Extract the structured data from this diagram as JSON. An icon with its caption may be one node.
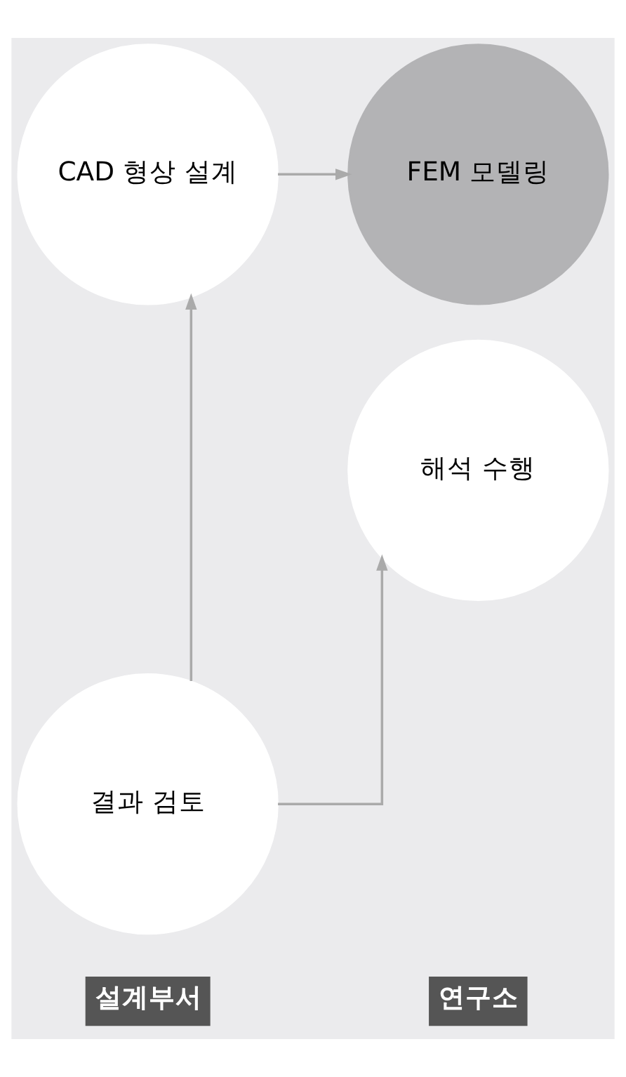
{
  "diagram": {
    "nodes": [
      {
        "text": [
          "CAD 형상 설계"
        ]
      },
      {
        "text": [
          "FEM 모델링"
        ]
      },
      {
        "text": [
          "해석 수행"
        ]
      },
      {
        "text": [
          "결과 검토"
        ]
      }
    ],
    "edges": [
      {
        "from": 0,
        "to": 1,
        "arrow": "to"
      },
      {
        "from": 3,
        "to": 2,
        "arrow": "to"
      },
      {
        "from": 3,
        "to": 0,
        "arrow": "to"
      }
    ],
    "labels": [
      "설계부서",
      "연구소"
    ]
  }
}
